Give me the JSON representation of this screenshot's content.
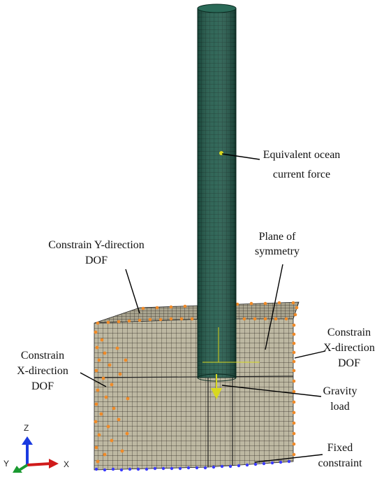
{
  "annotations": {
    "current_force": [
      "Equivalent ocean",
      "current force"
    ],
    "symmetry": [
      "Plane of",
      "symmetry"
    ],
    "constrain_y": [
      "Constrain Y-direction",
      "DOF"
    ],
    "constrain_x_left": [
      "Constrain",
      "X-direction",
      "DOF"
    ],
    "constrain_x_right": [
      "Constrain",
      "X-direction",
      "DOF"
    ],
    "gravity": [
      "Gravity",
      "load"
    ],
    "fixed": [
      "Fixed",
      "constraint"
    ]
  },
  "triad": {
    "z": "Z",
    "y": "Y",
    "x": "X"
  },
  "colors": {
    "pile": "#1f5a4a",
    "pile_mesh": "#0e2e24",
    "soil": "#bdb8a2",
    "soil_mesh": "#2e2a22",
    "bc_marker": "#f08a28",
    "fixed_marker": "#3a3aff",
    "axis_z": "#1a3ae0",
    "axis_x": "#d01a1a",
    "axis_y": "#1a9a30",
    "load_marker": "#d8d820"
  }
}
